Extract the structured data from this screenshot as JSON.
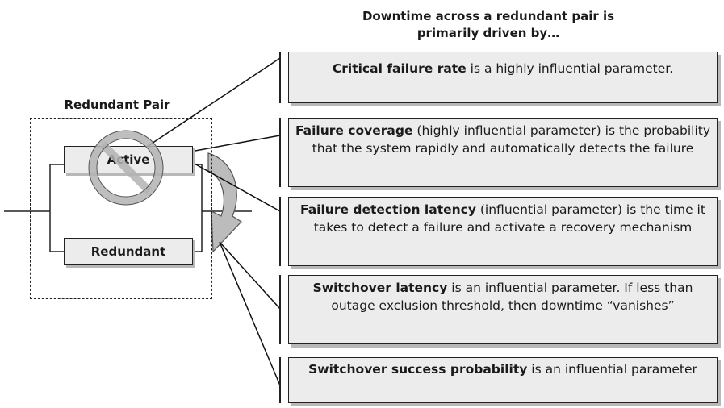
{
  "title_line1": "Downtime across a redundant pair is",
  "title_line2": "primarily driven by…",
  "pair_label": "Redundant Pair",
  "active_label": "Active",
  "redundant_label": "Redundant",
  "callouts": [
    {
      "lead": "Critical failure rate",
      "rest": " is a highly influential parameter."
    },
    {
      "lead": "Failure coverage",
      "rest": " (highly influential parameter) is the probability that the system rapidly and automatically detects the failure"
    },
    {
      "lead": "Failure detection latency",
      "rest": " (influential parameter) is the time it takes to detect a failure and activate a recovery mechanism"
    },
    {
      "lead": "Switchover latency",
      "rest": " is an influential parameter. If less than outage exclusion threshold, then downtime “vanishes”"
    },
    {
      "lead": "Switchover success probability",
      "rest": " is an influential parameter"
    }
  ],
  "colors": {
    "box_fill": "#ececec",
    "shadow": "#b8b8b8",
    "no_symbol": "#b3b3b3",
    "line": "#222222"
  }
}
